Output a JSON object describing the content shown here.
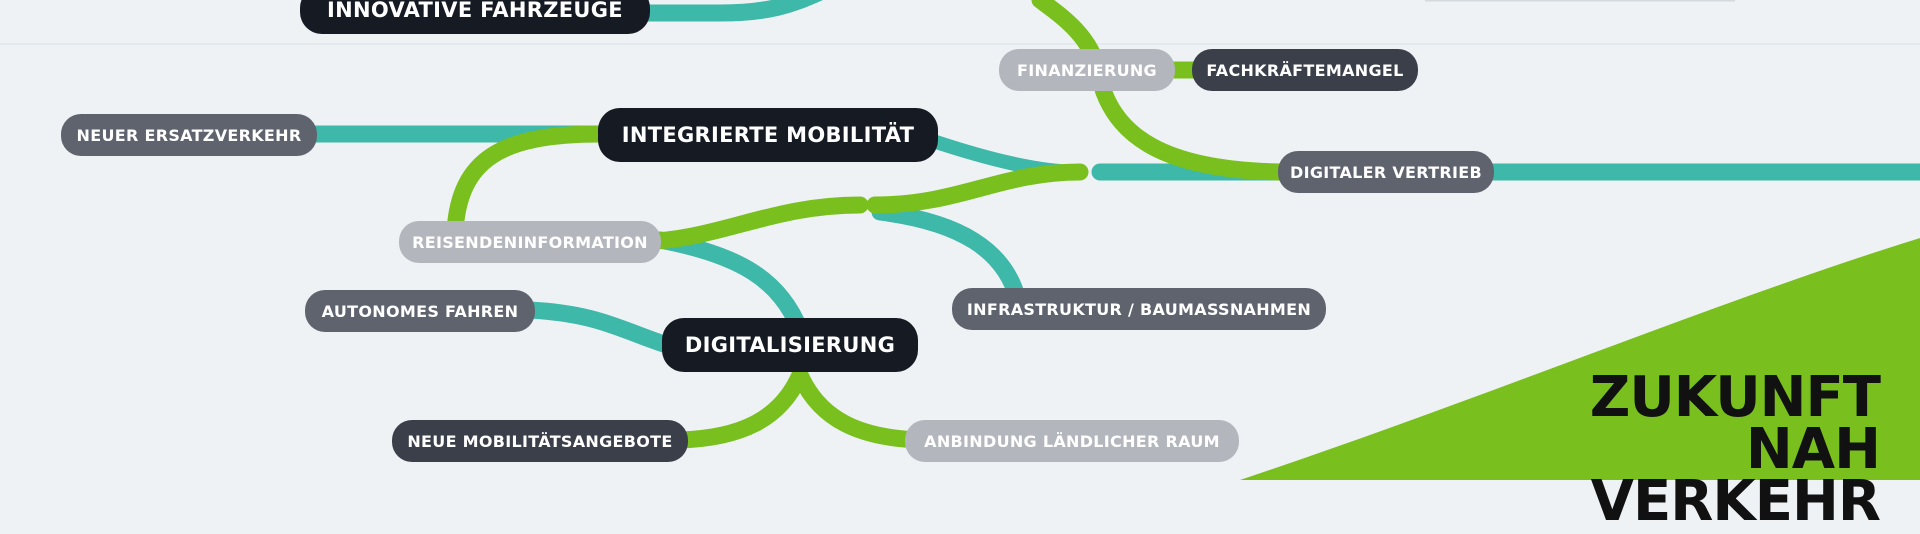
{
  "colors": {
    "background": "#eef2f5",
    "teal": "#3eb8a8",
    "green": "#79c01e",
    "node_black": "#151a23",
    "node_dark": "#3b3f4a",
    "node_grey": "#5f636e",
    "node_light": "#b3b7bd",
    "slogan_text": "#111111"
  },
  "nodes": {
    "innovative_fahrzeuge": "INNOVATIVE FAHRZEUGE",
    "integrierte_mobilitaet": "INTEGRIERTE MOBILITÄT",
    "digitalisierung": "DIGITALISIERUNG",
    "neuer_ersatzverkehr": "NEUER ERSATZVERKEHR",
    "reisendeninformation": "REISENDENINFORMATION",
    "autonomes_fahren": "AUTONOMES FAHREN",
    "neue_mobilitaetsangebote": "NEUE MOBILITÄTSANGEBOTE",
    "anbindung_laendlicher_raum": "ANBINDUNG LÄNDLICHER RAUM",
    "infrastruktur": "INFRASTRUKTUR / BAUMASSNAHMEN",
    "finanzierung": "FINANZIERUNG",
    "fachkraeftemangel": "FACHKRÄFTEMANGEL",
    "digitaler_vertrieb": "DIGITALER VERTRIEB"
  },
  "slogan": {
    "line1": "ZUKUNFT",
    "line2": "NAH",
    "line3": "VERKEHR"
  }
}
